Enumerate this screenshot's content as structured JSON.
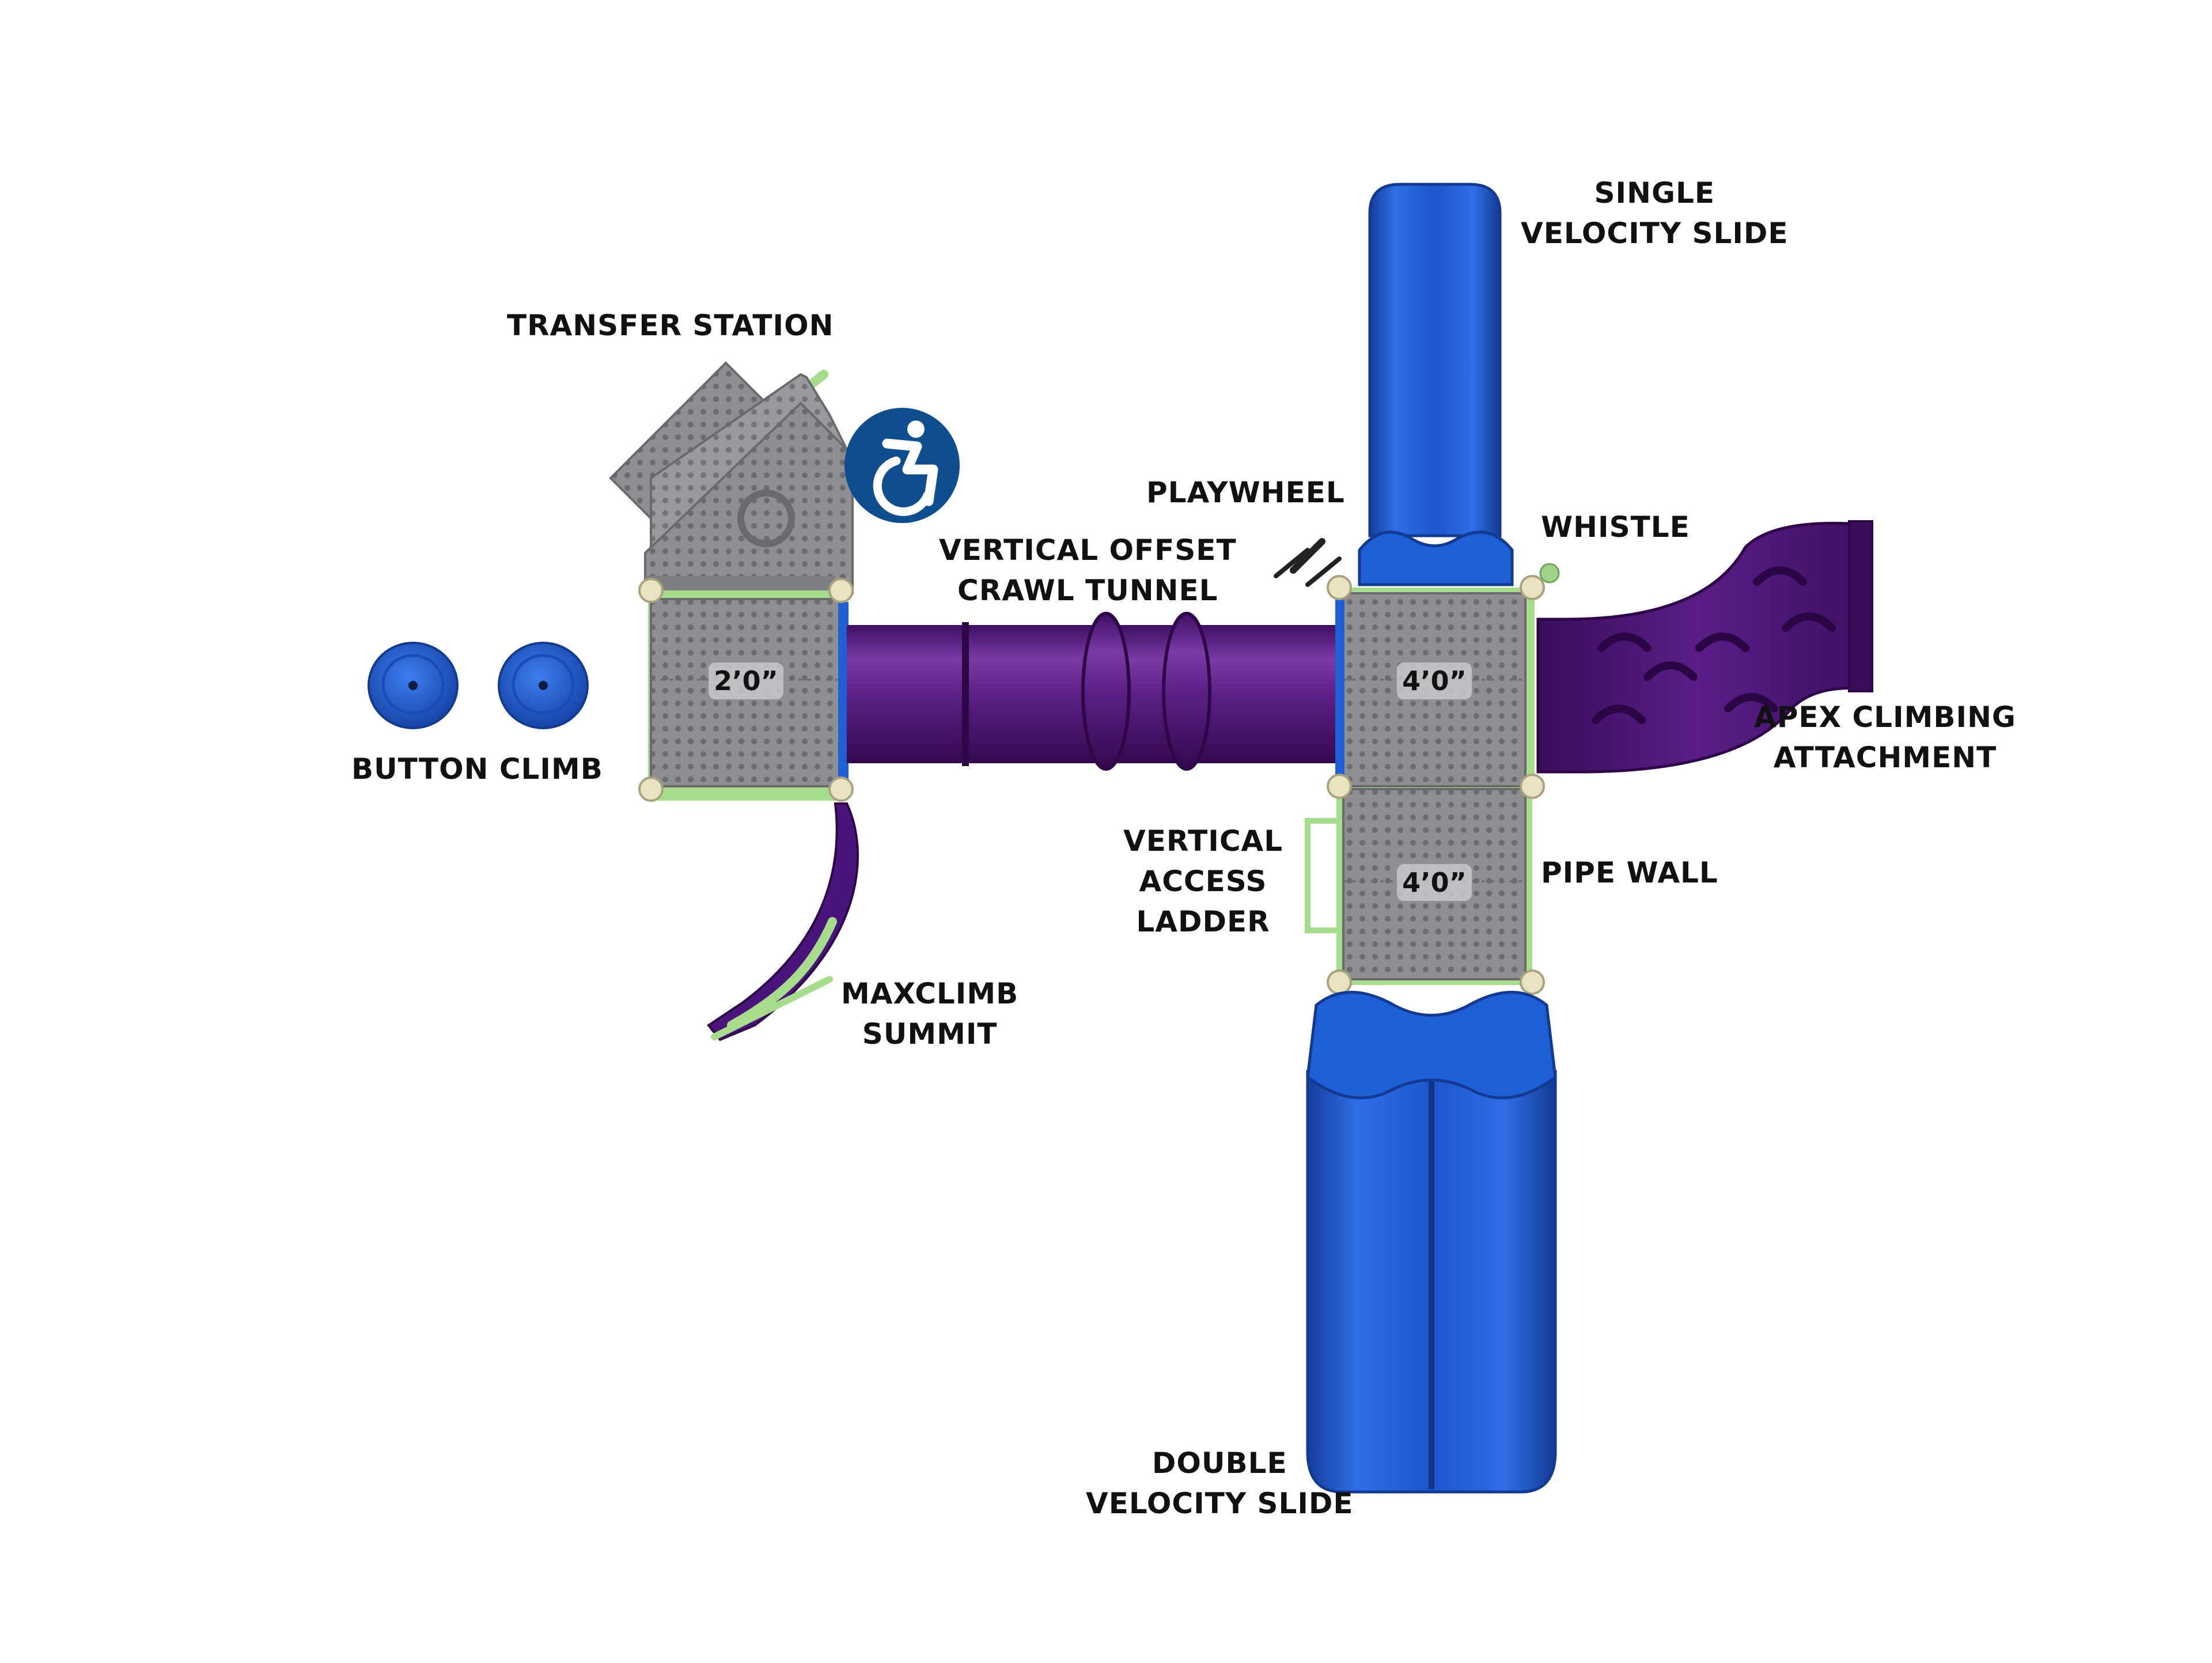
{
  "labels": {
    "transfer_station": "TRANSFER STATION",
    "button_climb": "BUTTON CLIMB",
    "maxclimb_summit": [
      "MAXCLIMB",
      "SUMMIT"
    ],
    "vertical_offset_crawl_tunnel": [
      "VERTICAL OFFSET",
      "CRAWL TUNNEL"
    ],
    "playwheel": "PLAYWHEEL",
    "single_velocity_slide": [
      "SINGLE",
      "VELOCITY SLIDE"
    ],
    "whistle": "WHISTLE",
    "apex_climbing_attachment": [
      "APEX CLIMBING",
      "ATTACHMENT"
    ],
    "vertical_access_ladder": [
      "VERTICAL",
      "ACCESS",
      "LADDER"
    ],
    "pipe_wall": "PIPE WALL",
    "double_velocity_slide": [
      "DOUBLE",
      "VELOCITY SLIDE"
    ]
  },
  "deck_heights": {
    "left_deck": "2’0”",
    "right_upper_deck": "4’0”",
    "right_lower_deck": "4’0”"
  },
  "icons": {
    "accessibility": "accessible-wheelchair-icon"
  },
  "colors": {
    "slide_blue": "#1f5fd6",
    "tunnel_purple": "#5a1d86",
    "deck_gray": "#8e8e92",
    "accent_green": "#a6dc8c",
    "post_cream": "#e9e3c2",
    "access_badge": "#0e4e8f"
  }
}
